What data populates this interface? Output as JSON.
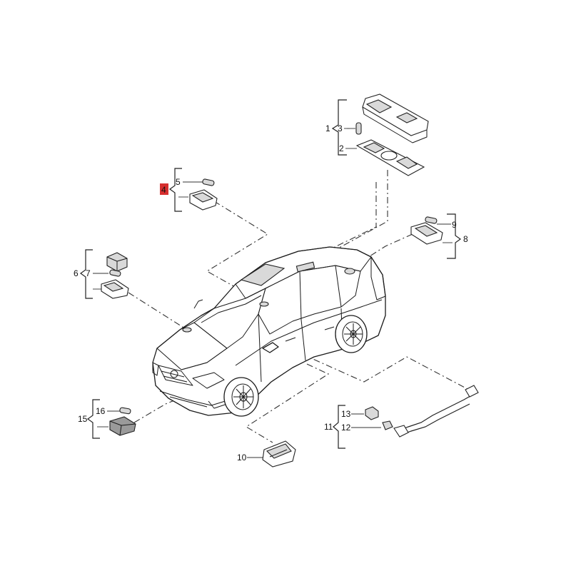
{
  "colors": {
    "highlight": "#d62f2f",
    "line": "#222222",
    "background": "#ffffff"
  },
  "callouts": {
    "c1": "1",
    "c2": "2",
    "c3": "3",
    "c4": "4",
    "c5": "5",
    "c6": "6",
    "c7": "7",
    "c8": "8",
    "c9": "9",
    "c10": "10",
    "c11": "11",
    "c12": "12",
    "c13": "13",
    "c15": "15",
    "c16": "16"
  },
  "highlighted_callout": "4"
}
